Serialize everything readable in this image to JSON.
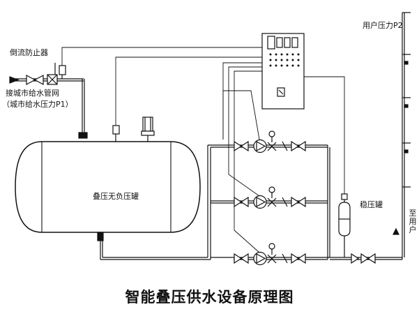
{
  "labels": {
    "backflow_preventer": "倒流防止器",
    "municipal_network_line1": "接城市给水管网",
    "municipal_network_line2": "（城市给水压力P1）",
    "tank": "叠压无负压罐",
    "user_pressure": "用户压力P2",
    "surge_tank": "稳压罐",
    "to_user": "至用户"
  },
  "title": "智能叠压供水设备原理图"
}
